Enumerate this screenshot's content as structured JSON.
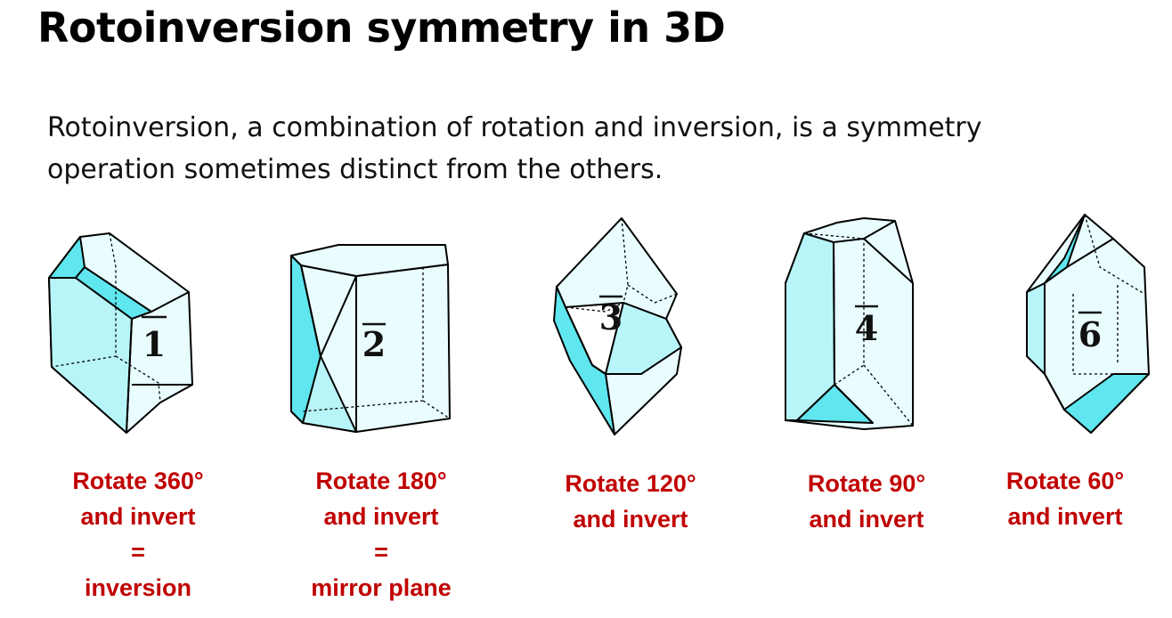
{
  "title": "Rotoinversion symmetry in 3D",
  "intro": {
    "line1": "Rotoinversion, a combination of rotation and inversion, is a symmetry",
    "line2": "operation sometimes distinct from the others."
  },
  "colors": {
    "caption": "#c00000",
    "face_light": "#e9fdff",
    "face_dark": "#5fe6ee"
  },
  "crystals": [
    {
      "symbol": "1",
      "caption": [
        "Rotate 360°",
        "and invert",
        "=",
        "inversion"
      ]
    },
    {
      "symbol": "2",
      "caption": [
        "Rotate 180°",
        "and invert",
        "=",
        "mirror plane"
      ]
    },
    {
      "symbol": "3",
      "caption": [
        "Rotate 120°",
        "and invert"
      ]
    },
    {
      "symbol": "4",
      "caption": [
        "Rotate 90°",
        "and invert"
      ]
    },
    {
      "symbol": "6",
      "caption": [
        "Rotate 60°",
        "and invert"
      ]
    }
  ]
}
